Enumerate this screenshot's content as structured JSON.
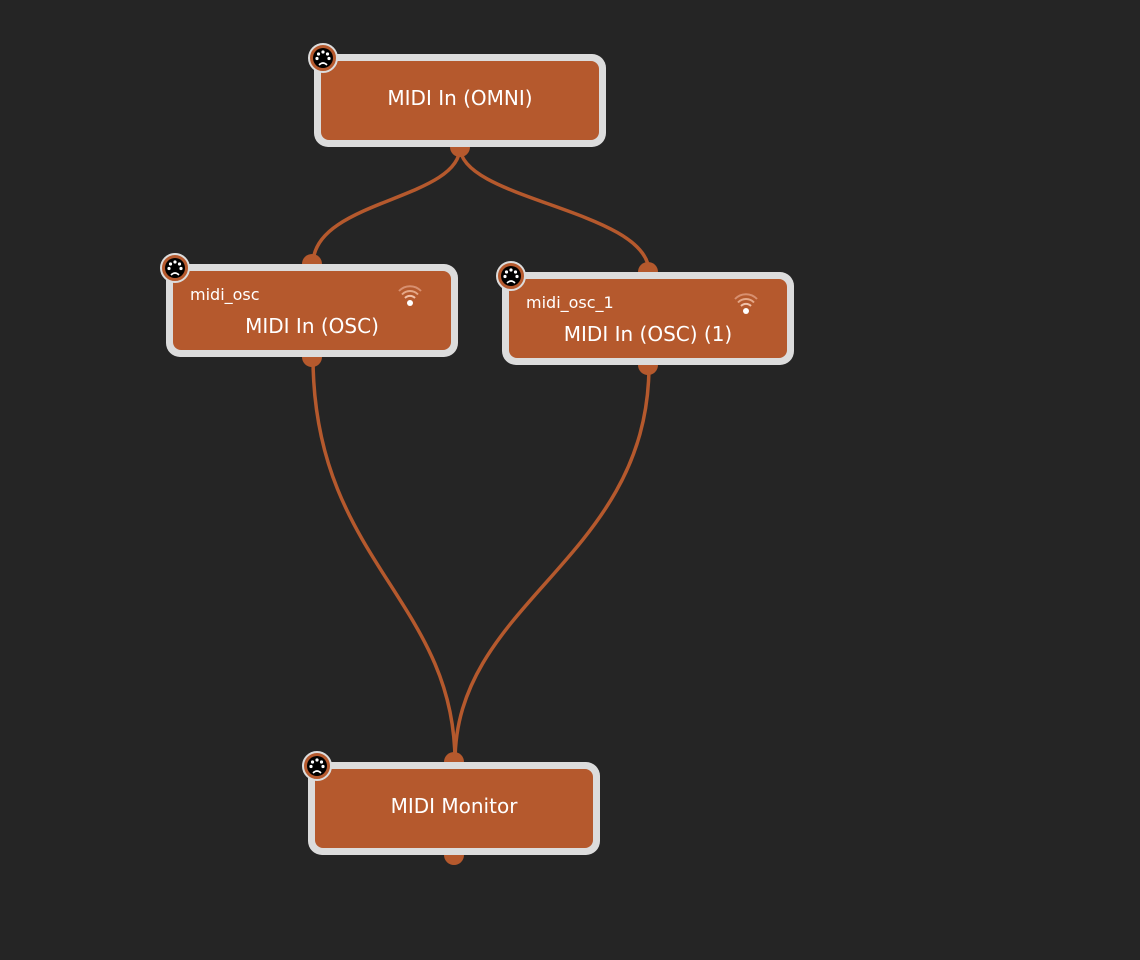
{
  "colors": {
    "node": "#b5592d",
    "border": "#dcdcdc",
    "edge": "#b5592d",
    "background": "#252525"
  },
  "nodes": {
    "omni": {
      "title": "MIDI In (OMNI)",
      "icon": "midi-din-icon"
    },
    "osc": {
      "name": "midi_osc",
      "title": "MIDI In (OSC)",
      "icon": "midi-din-icon",
      "status_icon": "wifi-icon"
    },
    "osc1": {
      "name": "midi_osc_1",
      "title": "MIDI In (OSC) (1)",
      "icon": "midi-din-icon",
      "status_icon": "wifi-icon"
    },
    "monitor": {
      "title": "MIDI Monitor",
      "icon": "midi-din-icon"
    }
  },
  "edges": [
    {
      "from": "omni",
      "to": "osc"
    },
    {
      "from": "omni",
      "to": "osc1"
    },
    {
      "from": "osc",
      "to": "monitor"
    },
    {
      "from": "osc1",
      "to": "monitor"
    }
  ]
}
